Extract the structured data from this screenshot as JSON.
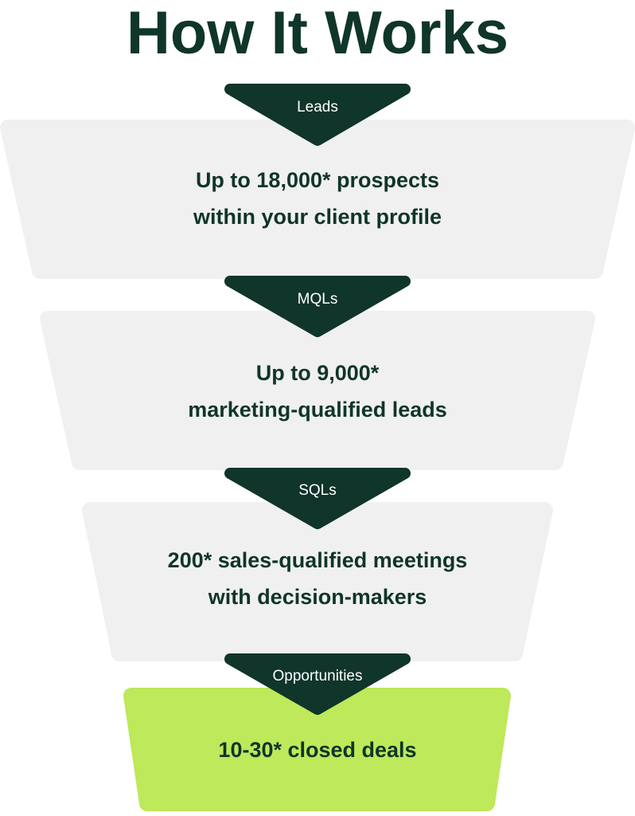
{
  "title": "How It Works",
  "colors": {
    "dark": "#10352a",
    "stage": "#f0f0f0",
    "highlight": "#bde95a"
  },
  "stages": [
    {
      "label": "Leads",
      "line1": "Up to 18,000* prospects",
      "line2": "within your client profile"
    },
    {
      "label": "MQLs",
      "line1": "Up to 9,000*",
      "line2": "marketing-qualified leads"
    },
    {
      "label": "SQLs",
      "line1": "200* sales-qualified meetings",
      "line2": "with decision-makers"
    },
    {
      "label": "Opportunities",
      "line1": "10-30* closed deals"
    }
  ]
}
